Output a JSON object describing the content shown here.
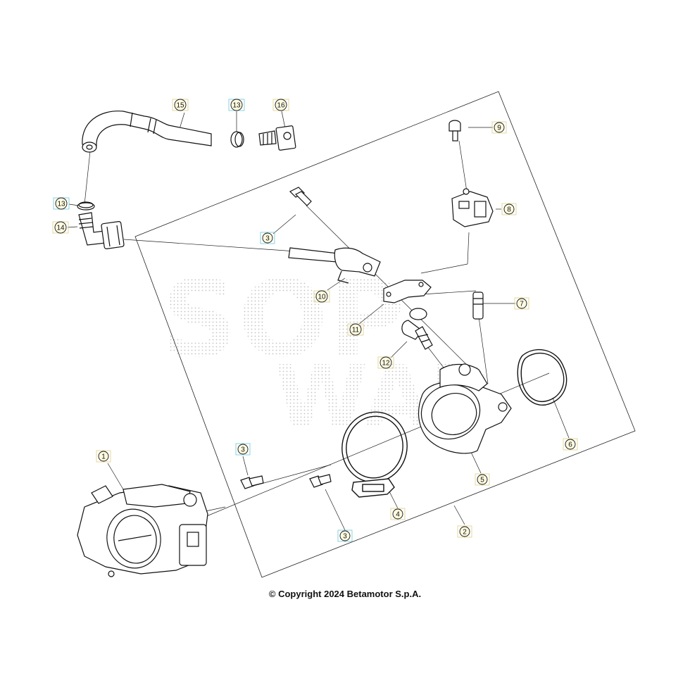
{
  "watermark": {
    "line1": "SOP",
    "line2": "WAR"
  },
  "callouts": [
    {
      "number": "1",
      "border_color": "#e0d080"
    },
    {
      "number": "2",
      "border_color": "#e0d080"
    },
    {
      "number": "3",
      "border_color": "#6ec8d8"
    },
    {
      "number": "3",
      "border_color": "#6ec8d8"
    },
    {
      "number": "3",
      "border_color": "#6ec8d8"
    },
    {
      "number": "4",
      "border_color": "#e0d080"
    },
    {
      "number": "5",
      "border_color": "#e0d080"
    },
    {
      "number": "6",
      "border_color": "#e0d080"
    },
    {
      "number": "7",
      "border_color": "#e0d080"
    },
    {
      "number": "8",
      "border_color": "#e0d080"
    },
    {
      "number": "9",
      "border_color": "#e0d080"
    },
    {
      "number": "10",
      "border_color": "#e0d080"
    },
    {
      "number": "11",
      "border_color": "#e0d080"
    },
    {
      "number": "12",
      "border_color": "#e0d080"
    },
    {
      "number": "13",
      "border_color": "#6ec8d8"
    },
    {
      "number": "13",
      "border_color": "#6ec8d8"
    },
    {
      "number": "14",
      "border_color": "#e0d080"
    },
    {
      "number": "15",
      "border_color": "#e0d080"
    },
    {
      "number": "16",
      "border_color": "#e0d080"
    }
  ],
  "copyright": "© Copyright 2024 Betamotor S.p.A.",
  "colors": {
    "line": "#111111",
    "badge_fill": "#fffbe0",
    "watermark": "#c8c8c8",
    "yellow_border": "#e0d080",
    "cyan_border": "#6ec8d8"
  }
}
